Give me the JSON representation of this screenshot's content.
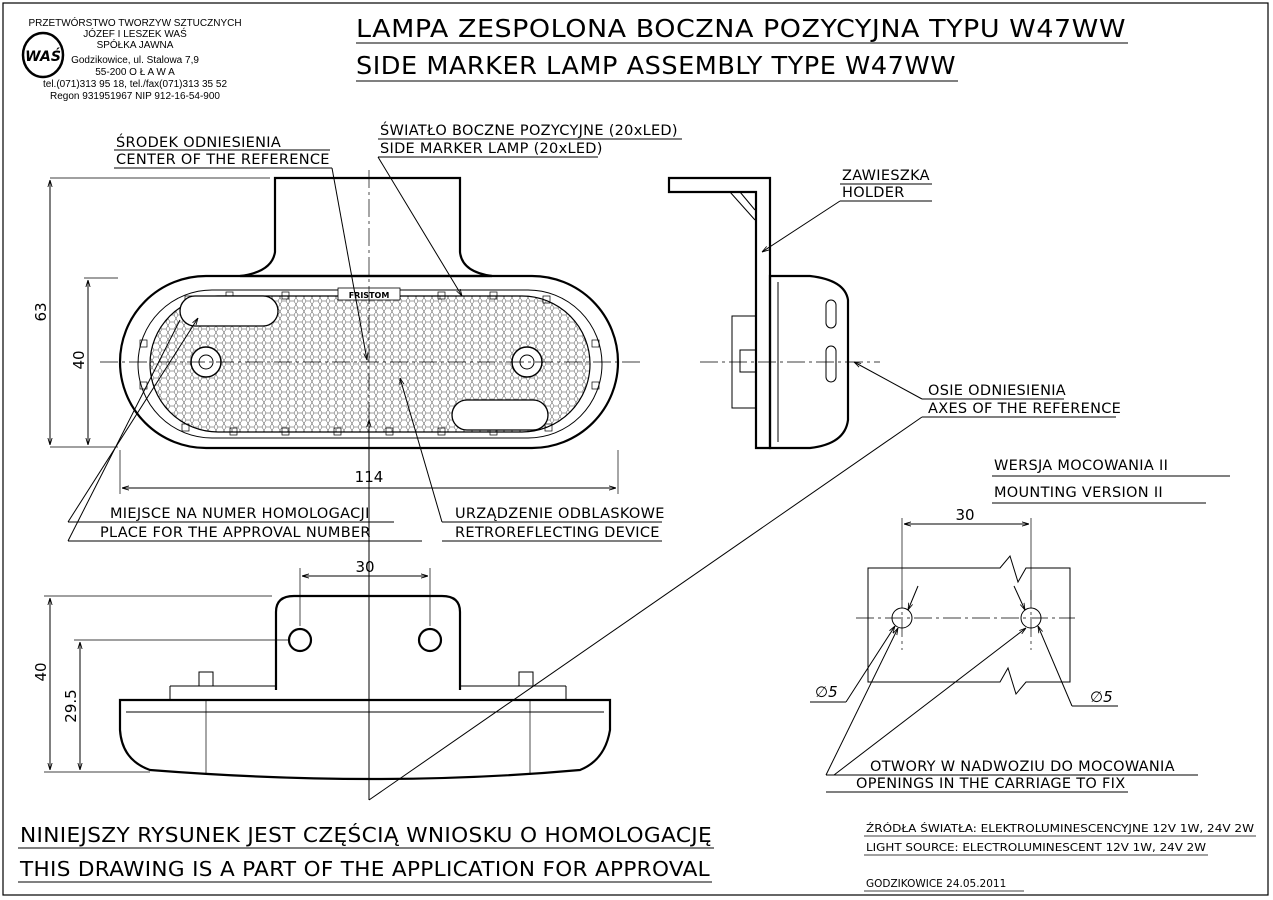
{
  "company": {
    "lines": [
      "PRZETWÓRSTWO TWORZYW SZTUCZNYCH",
      "JÓZEF I LESZEK WAŚ",
      "SPÓŁKA JAWNA",
      "Godzikowice, ul. Stalowa 7,9",
      "55-200  O Ł A W A",
      "tel.(071)313 95 18, tel./fax(071)313 35 52",
      "Regon 931951967 NIP 912-16-54-900"
    ],
    "logo_text": "WAŚ"
  },
  "title": {
    "pl": "LAMPA ZESPOLONA BOCZNA POZYCYJNA TYPU W47WW",
    "en": "SIDE MARKER LAMP ASSEMBLY TYPE W47WW"
  },
  "labels": {
    "center_ref_pl": "ŚRODEK ODNIESIENIA",
    "center_ref_en": "CENTER OF THE REFERENCE",
    "side_lamp_pl": "ŚWIATŁO BOCZNE POZYCYJNE (20xLED)",
    "side_lamp_en": "SIDE MARKER LAMP (20xLED)",
    "holder_pl": "ZAWIESZKA",
    "holder_en": "HOLDER",
    "axes_pl": "OSIE ODNIESIENIA",
    "axes_en": "AXES OF THE REFERENCE",
    "approval_place_pl": "MIEJSCE NA NUMER HOMOLOGACJI",
    "approval_place_en": "PLACE FOR THE APPROVAL NUMBER",
    "retro_pl": "URZĄDZENIE ODBLASKOWE",
    "retro_en": "RETROREFLECTING DEVICE",
    "mounting_pl": "WERSJA MOCOWANIA II",
    "mounting_en": "MOUNTING VERSION II",
    "openings_pl": "OTWORY W NADWOZIU DO MOCOWANIA",
    "openings_en": "OPENINGS IN THE CARRIAGE TO FIX",
    "brand_mark": "FRISTOM"
  },
  "dimensions": {
    "height_total": "63",
    "height_body": "40",
    "width_body": "114",
    "hole_spacing_bottom": "30",
    "height_side": "40",
    "height_side_inner": "29.5",
    "hole_spacing_mount": "30",
    "hole_dia_left": "∅5",
    "hole_dia_right": "∅5"
  },
  "notes": {
    "drawing_pl": "NINIEJSZY RYSUNEK JEST CZĘŚCIĄ WNIOSKU O  HOMOLOGACJĘ",
    "drawing_en": "THIS DRAWING IS A PART OF THE APPLICATION FOR  APPROVAL",
    "light_source_pl": "ŹRÓDŁA ŚWIATŁA: ELEKTROLUMINESCENCYJNE  12V  1W, 24V  2W",
    "light_source_en": "LIGHT SOURCE: ELECTROLUMINESCENT  12V  1W, 24V  2W",
    "place_date": "GODZIKOWICE 24.05.2011"
  }
}
